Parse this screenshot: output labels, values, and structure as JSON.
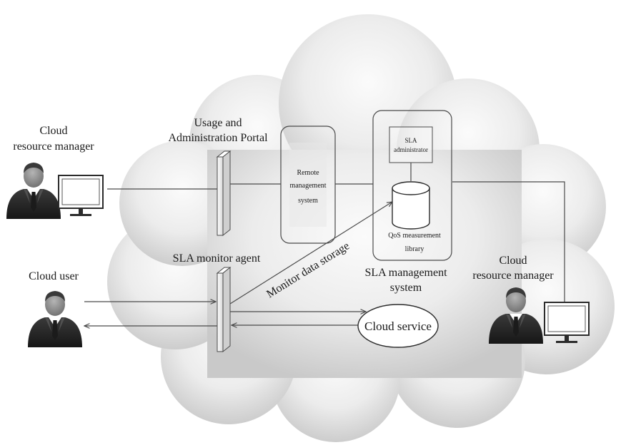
{
  "labels": {
    "cloud_resource_manager_left": [
      "Cloud",
      "resource manager"
    ],
    "portal": [
      "Usage and",
      "Administration Portal"
    ],
    "remote_management": [
      "Remote",
      "management",
      "system"
    ],
    "sla_administrator": [
      "SLA",
      "administrator"
    ],
    "qos_library": [
      "QoS measurement",
      "library"
    ],
    "sla_management": [
      "SLA management",
      "system"
    ],
    "sla_monitor_agent": "SLA monitor agent",
    "monitor_data_storage": "Monitor data storage",
    "cloud_user": "Cloud user",
    "cloud_service": "Cloud service",
    "cloud_resource_manager_right": [
      "Cloud",
      "resource manager"
    ]
  },
  "icons": {
    "person": "person-in-suit-icon",
    "monitor": "computer-monitor-icon",
    "database": "database-cylinder-icon",
    "firewall": "vertical-gateway-bar-icon"
  },
  "colors": {
    "cloud_fill_light": "#f7f7f7",
    "cloud_fill_dark": "#cdcdcd",
    "line": "#4a4a4a",
    "suit": "#2b2b2b",
    "face": "#8a8a8a"
  }
}
